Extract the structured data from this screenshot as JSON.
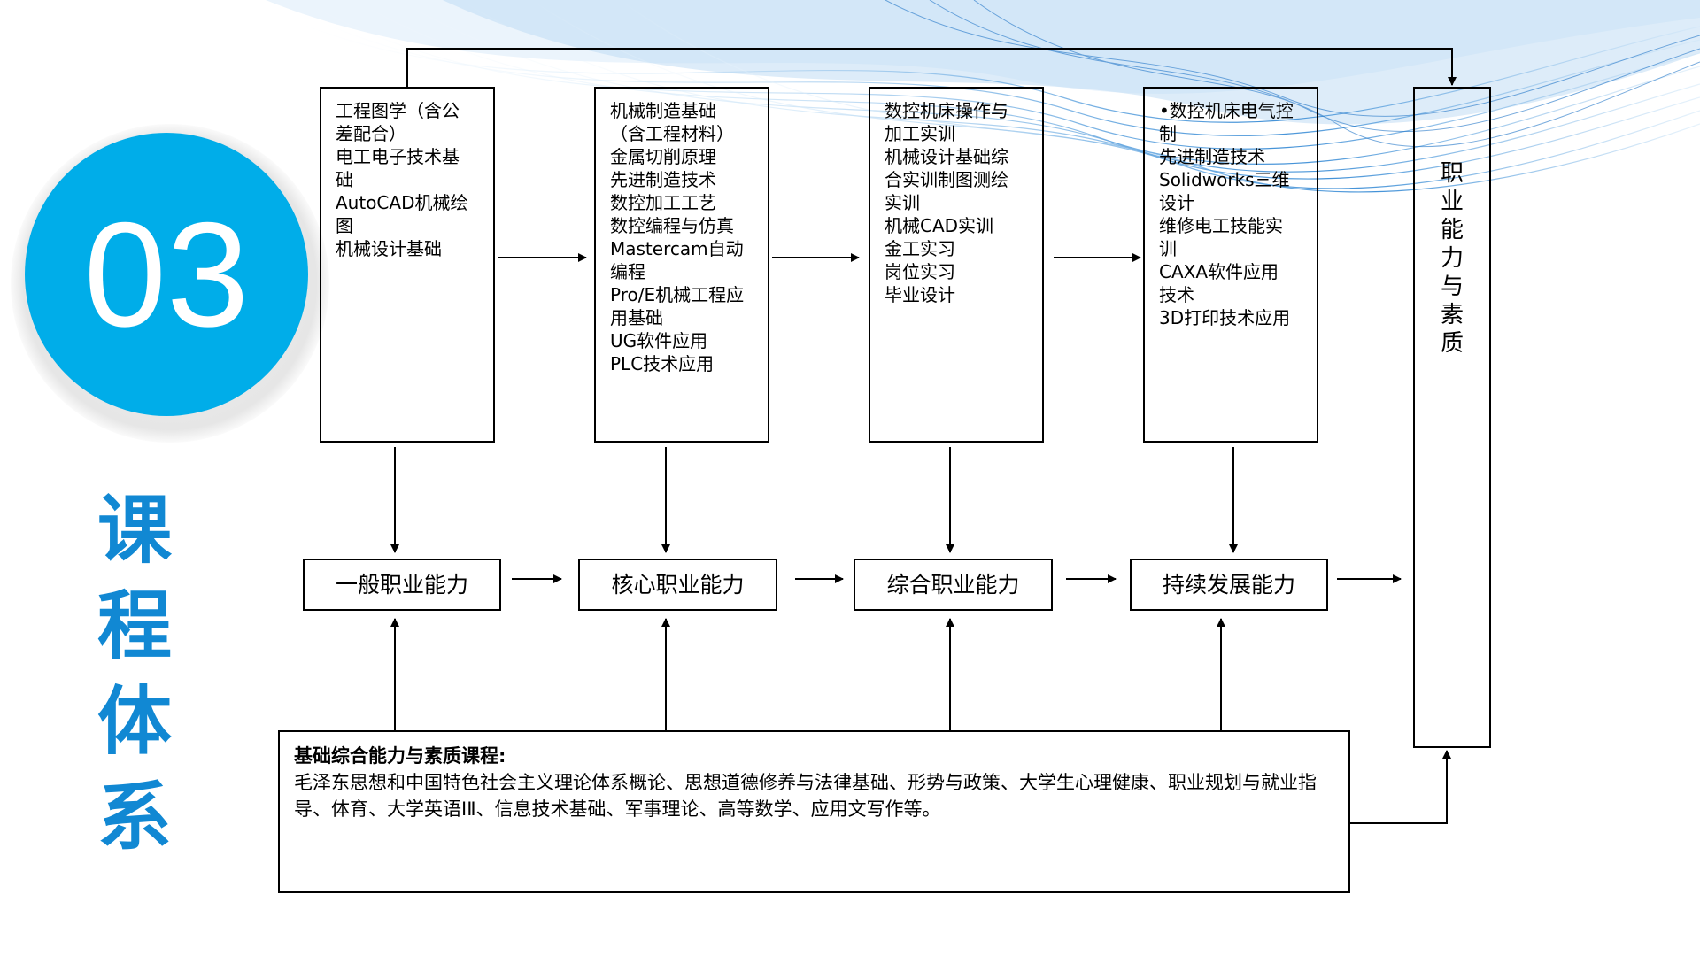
{
  "badge": {
    "number": "03"
  },
  "title_chars": [
    "课",
    "程",
    "体",
    "系"
  ],
  "course_columns": [
    [
      "工程图学（含公",
      "差配合）",
      "电工电子技术基",
      "础",
      "AutoCAD机械绘",
      "图",
      "机械设计基础"
    ],
    [
      "机械制造基础",
      "（含工程材料）",
      "金属切削原理",
      "先进制造技术",
      "数控加工工艺",
      "数控编程与仿真",
      "Mastercam自动",
      "编程",
      "Pro/E机械工程应",
      "用基础",
      "UG软件应用",
      "PLC技术应用"
    ],
    [
      "数控机床操作与",
      "加工实训",
      "机械设计基础综",
      "合实训制图测绘",
      "实训",
      "机械CAD实训",
      "金工实习",
      "岗位实习",
      "毕业设计"
    ],
    [
      "•数控机床电气控",
      "制",
      "先进制造技术",
      "Solidworks三维",
      "设计",
      "维修电工技能实",
      "训",
      "CAXA软件应用",
      "技术",
      "3D打印技术应用"
    ]
  ],
  "abilities": [
    "一般职业能力",
    "核心职业能力",
    "综合职业能力",
    "持续发展能力"
  ],
  "career_box": [
    "职",
    "业",
    "能",
    "力",
    "与",
    "素",
    "质"
  ],
  "basic_courses": {
    "title": "基础综合能力与素质课程:",
    "text": "毛泽东思想和中国特色社会主义理论体系概论、思想道德修养与法律基础、形势与政策、大学生心理健康、职业规划与就业指导、体育、大学英语ⅠⅡ、信息技术基础、军事理论、高等数学、应用文写作等。"
  },
  "colors": {
    "accent": "#00ade9",
    "title": "#1188d3",
    "wave": "#3a8fd6"
  }
}
